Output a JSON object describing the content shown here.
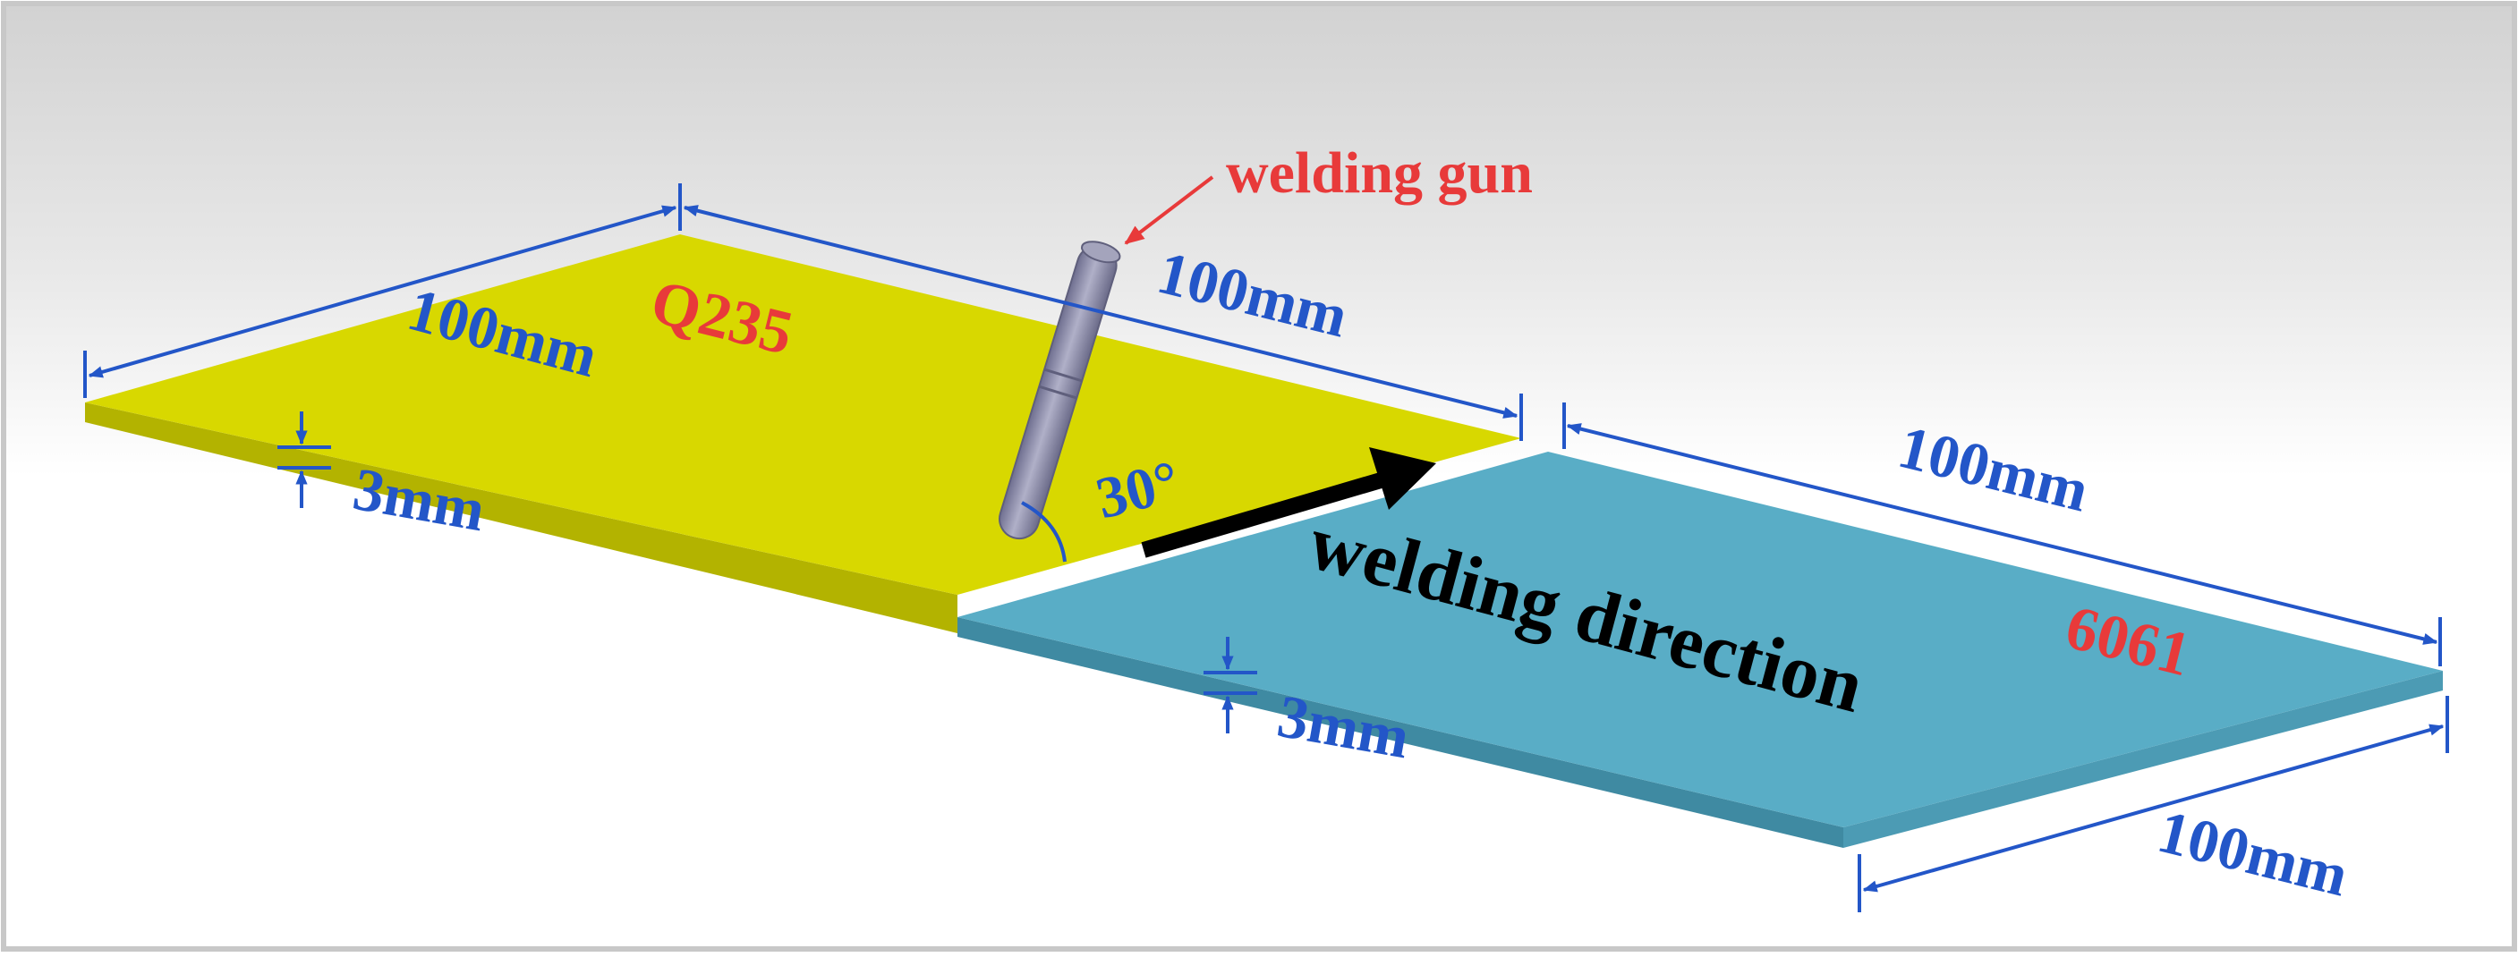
{
  "labels": {
    "welding_gun": "welding gun",
    "material_top": "Q235",
    "material_bottom": "6061",
    "welding_direction": "welding direction",
    "angle": "30°",
    "dim_q235_width": "100mm",
    "dim_q235_length": "100mm",
    "dim_q235_thickness": "3mm",
    "dim_6061_length": "100mm",
    "dim_6061_width": "100mm",
    "dim_6061_thickness": "3mm"
  },
  "colors": {
    "q235_plate": "#d8d800",
    "aluminum_plate": "#59adc6",
    "dimension_lines": "#2356c8",
    "material_labels": "#e83a3a",
    "annotation_arrow": "#e83a3a",
    "direction_arrow": "#000000",
    "welding_gun": "#8f8fae"
  }
}
